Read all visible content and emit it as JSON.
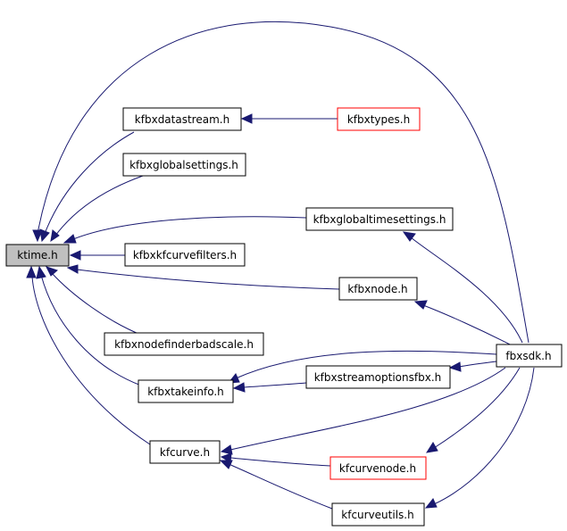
{
  "graph": {
    "colors": {
      "edge": "#191970",
      "node_border": "#000000",
      "node_border_alt": "#ff0000",
      "root_fill": "#bfbfbf"
    },
    "nodes": {
      "ktime": "ktime.h",
      "kfbxdatastream": "kfbxdatastream.h",
      "kfbxtypes": "kfbxtypes.h",
      "kfbxglobalsettings": "kfbxglobalsettings.h",
      "kfbxglobaltimesettings": "kfbxglobaltimesettings.h",
      "kfbxkfcurvefilters": "kfbxkfcurvefilters.h",
      "kfbxnode": "kfbxnode.h",
      "kfbxnodefinderbadscale": "kfbxnodefinderbadscale.h",
      "fbxsdk": "fbxsdk.h",
      "kfbxtakeinfo": "kfbxtakeinfo.h",
      "kfbxstreamoptionsfbx": "kfbxstreamoptionsfbx.h",
      "kfcurve": "kfcurve.h",
      "kfcurvenode": "kfcurvenode.h",
      "kfcurveutils": "kfcurveutils.h"
    }
  }
}
